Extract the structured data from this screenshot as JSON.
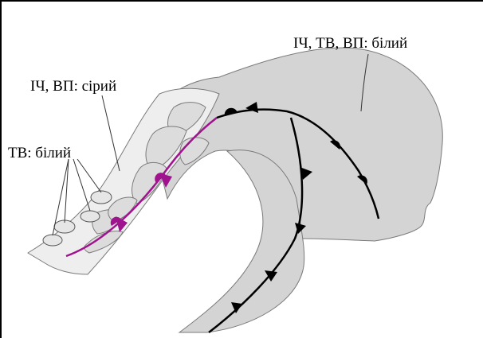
{
  "labels": {
    "top_right": "ІЧ, ТВ, ВП: білий",
    "upper_left": "ІЧ, ВП: сірий",
    "left": "ТВ: білий"
  },
  "colors": {
    "cloud_shield": "#d4d4d4",
    "light_band": "#eeeeee",
    "cell_fill": "#dcdcdc",
    "occluded_front": "#a0138e",
    "cold_front": "#000000"
  }
}
